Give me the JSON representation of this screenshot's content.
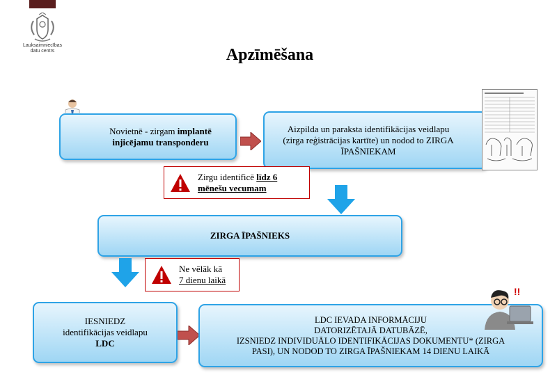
{
  "logo": {
    "text_line1": "Lauksaimniecības",
    "text_line2": "datu centrs"
  },
  "title": "Apzīmēšana",
  "box1": {
    "text_plain": "Novietnē  - zirgam ",
    "text_bold1": "implantē",
    "text_bold2": "injicējamu transponderu"
  },
  "box2": {
    "line1": "Aizpilda un paraksta identifikācijas veidlapu",
    "line2": "(zirga reģistrācijas kartīte) un nodod to ZIRGA",
    "line3": "ĪPAŠNIEKAM"
  },
  "warning1": {
    "text_plain": "Zirgu identificē ",
    "text_bold1": "līdz 6",
    "text_bold2": "mēnešu vecumam"
  },
  "owner_box": {
    "label": "ZIRGA ĪPAŠNIEKS"
  },
  "warning2": {
    "line1": "Ne vēlāk kā",
    "line2": "7 dienu laikā"
  },
  "box3": {
    "line1": "IESNIEDZ",
    "line2": "identifikācijas veidlapu",
    "line3": "LDC"
  },
  "box4": {
    "line1": "LDC IEVADA INFORMĀCIJU",
    "line2": "DATORIZĒTAJĀ DATUBĀZĒ,",
    "line3": "IZSNIEDZ INDIVIDUĀLO IDENTIFIKĀCIJAS DOKUMENTU* (ZIRGA",
    "line4": "PASI), UN NODOD TO ZIRGA ĪPAŠNIEKAM 14 DIENU LAIKĀ"
  },
  "colors": {
    "box_border": "#2ea3e6",
    "box_fill": "#bfe4f8",
    "arrow_right": "#c0504d",
    "arrow_down": "#1fa3e8",
    "warning_border": "#c00000"
  }
}
